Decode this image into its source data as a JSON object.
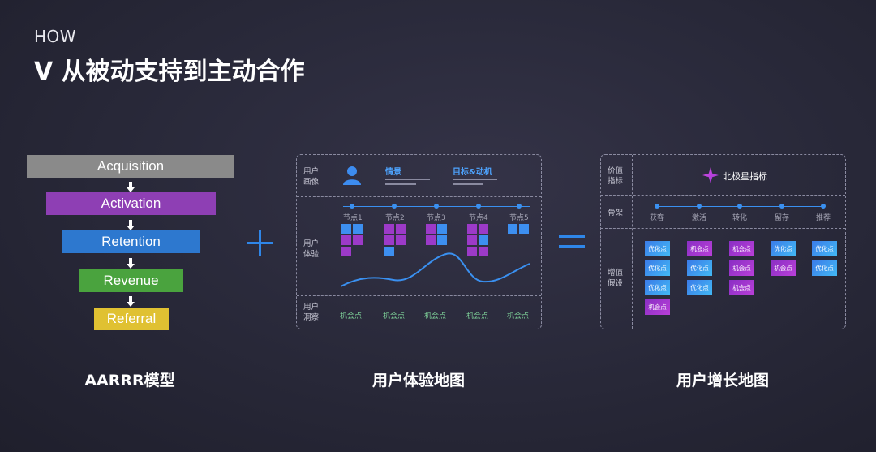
{
  "header": {
    "kicker": "HOW",
    "title": "V 从被动支持到主动合作"
  },
  "funnel": {
    "stages": [
      {
        "label": "Acquisition",
        "color": "#888888"
      },
      {
        "label": "Activation",
        "color": "#8e3fb4"
      },
      {
        "label": "Retention",
        "color": "#2d78cf"
      },
      {
        "label": "Revenue",
        "color": "#4aa33e"
      },
      {
        "label": "Referral",
        "color": "#e0c132"
      }
    ],
    "caption": "AARRR模型"
  },
  "operators": {
    "plus": "+",
    "equals": "="
  },
  "ux_map": {
    "caption": "用户体验地图",
    "rows": {
      "persona": "用户画像",
      "experience": "用户体验",
      "insight": "用户洞察"
    },
    "persona": {
      "scene": "情景",
      "goal": "目标&动机"
    },
    "nodes": [
      "节点1",
      "节点2",
      "节点3",
      "节点4",
      "节点5"
    ],
    "opportunities": [
      "机会点",
      "机会点",
      "机会点",
      "机会点",
      "机会点"
    ]
  },
  "growth_map": {
    "caption": "用户增长地图",
    "rows": {
      "value": "价值指标",
      "skeleton": "骨架",
      "hypothesis": "增值假设"
    },
    "north_star": "北极星指标",
    "stages": [
      "获客",
      "激活",
      "转化",
      "留存",
      "推荐"
    ],
    "columns": [
      [
        "优化点",
        "优化点",
        "优化点",
        "机会点"
      ],
      [
        "机会点",
        "优化点",
        "优化点"
      ],
      [
        "机会点",
        "机会点",
        "机会点"
      ],
      [
        "优化点",
        "机会点"
      ],
      [
        "优化点",
        "优化点"
      ]
    ],
    "colors": {
      "optimize": "#3b8fee",
      "opportunity": "#a23bd0"
    }
  }
}
